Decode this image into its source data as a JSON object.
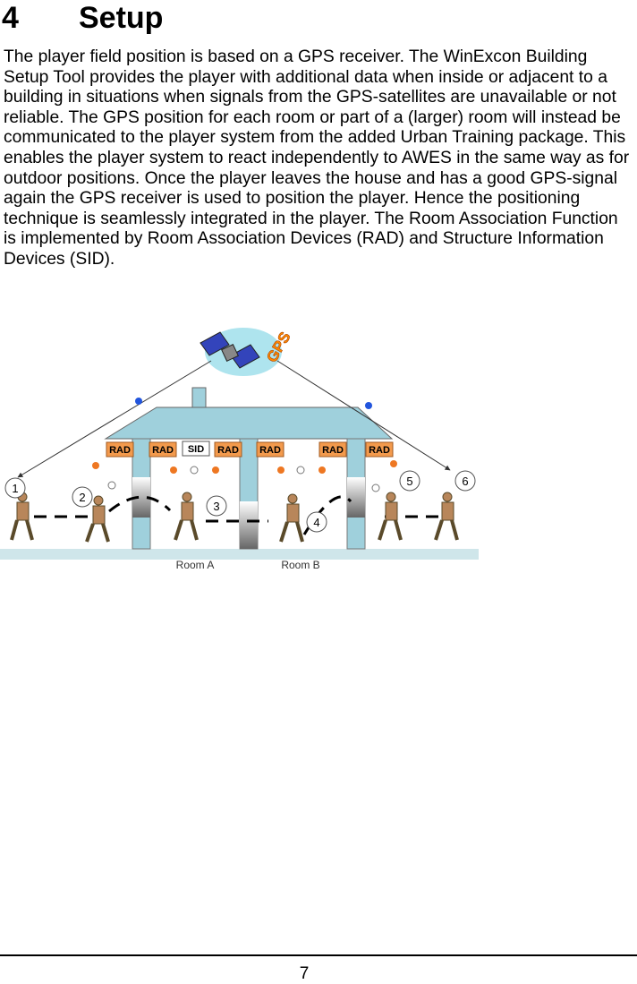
{
  "section": {
    "number": "4",
    "title": "Setup"
  },
  "body_text": "The player field position is based on a GPS receiver. The WinExcon Building Setup Tool provides the player with additional data when inside or adjacent to a building in situations when signals from the GPS-satellites are unavailable or not reliable. The GPS position for each room or part of a (larger) room will instead be communicated to the player system from the added Urban Training package. This enables the player system to react independently to AWES in the same way as for outdoor positions. Once the player leaves the house and has a good GPS-signal again the GPS receiver is used to position the player. Hence the positioning technique is seamlessly integrated in the player. The Room Association Function is implemented by Room Association Devices (RAD) and Structure Information Devices (SID).",
  "figure": {
    "gps_label": "GPS",
    "rad_label": "RAD",
    "sid_label": "SID",
    "positions": [
      "1",
      "2",
      "3",
      "4",
      "5",
      "6"
    ],
    "room_a": "Room A",
    "room_b": "Room B"
  },
  "page_number": "7"
}
